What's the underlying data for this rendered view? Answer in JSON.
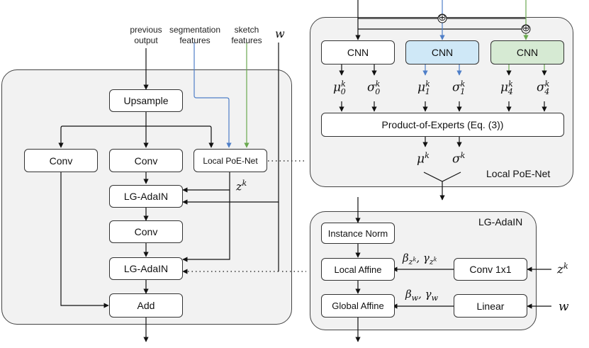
{
  "inputs": {
    "previous_output": "previous\noutput",
    "segmentation_features": "segmentation\nfeatures",
    "sketch_features": "sketch\nfeatures",
    "w": "w"
  },
  "left": {
    "upsample": "Upsample",
    "conv_a": "Conv",
    "conv_b": "Conv",
    "local_poe": "Local PoE-Net",
    "lg_adain_1": "LG-AdaIN",
    "conv_c": "Conv",
    "lg_adain_2": "LG-AdaIN",
    "add": "Add",
    "zk": "z",
    "zk_sup": "k"
  },
  "poe_panel": {
    "title": "Local PoE-Net",
    "cnn_1": "CNN",
    "cnn_2": "CNN",
    "cnn_3": "CNN",
    "mu": "μ",
    "sigma": "σ",
    "sup": "k",
    "sub_0": "0",
    "sub_1": "1",
    "sub_4": "4",
    "poe": "Product-of-Experts (Eq. (3))",
    "plus": "⊕",
    "colors": {
      "blue_fill": "#cfe8f7",
      "green_fill": "#d6ead3",
      "blue_line": "#4f7fc8",
      "green_line": "#6aa84f"
    }
  },
  "adain_panel": {
    "title": "LG-AdaIN",
    "instance_norm": "Instance Norm",
    "local_affine": "Local Affine",
    "global_affine": "Global Affine",
    "conv1x1": "Conv 1x1",
    "linear": "Linear",
    "beta": "β",
    "gamma": "γ",
    "sub_zk": "z",
    "sub_zk_sup": "k",
    "sub_w": "w",
    "comma": ", ",
    "zk": "z",
    "zk_sup": "k",
    "w": "w"
  }
}
